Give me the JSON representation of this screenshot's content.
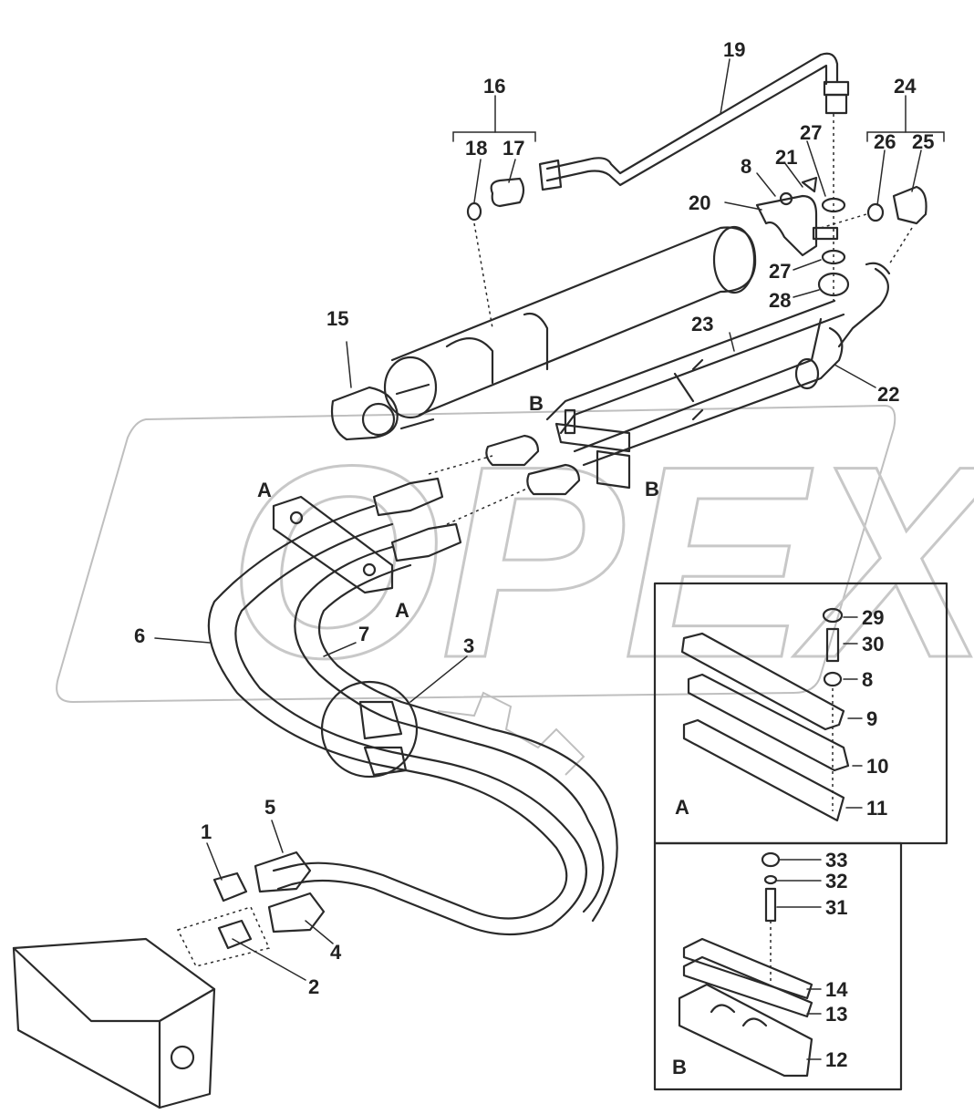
{
  "diagram": {
    "callouts": [
      {
        "id": "c1",
        "text": "1"
      },
      {
        "id": "c2",
        "text": "2"
      },
      {
        "id": "c3",
        "text": "3"
      },
      {
        "id": "c4",
        "text": "4"
      },
      {
        "id": "c5",
        "text": "5"
      },
      {
        "id": "c6",
        "text": "6"
      },
      {
        "id": "c7",
        "text": "7"
      },
      {
        "id": "c8",
        "text": "8"
      },
      {
        "id": "c15",
        "text": "15"
      },
      {
        "id": "c16",
        "text": "16"
      },
      {
        "id": "c17",
        "text": "17"
      },
      {
        "id": "c18",
        "text": "18"
      },
      {
        "id": "c19",
        "text": "19"
      },
      {
        "id": "c20",
        "text": "20"
      },
      {
        "id": "c21",
        "text": "21"
      },
      {
        "id": "c22",
        "text": "22"
      },
      {
        "id": "c23",
        "text": "23"
      },
      {
        "id": "c24",
        "text": "24"
      },
      {
        "id": "c25",
        "text": "25"
      },
      {
        "id": "c26",
        "text": "26"
      },
      {
        "id": "c27a",
        "text": "27"
      },
      {
        "id": "c27b",
        "text": "27"
      },
      {
        "id": "c28",
        "text": "28"
      }
    ],
    "section_markers": {
      "a_top": "A",
      "a_bottom": "A",
      "b_top": "B",
      "b_bottom": "B"
    },
    "inset_a": {
      "letter": "A",
      "labels": [
        "29",
        "30",
        "8",
        "9",
        "10",
        "11"
      ]
    },
    "inset_b": {
      "letter": "B",
      "labels": [
        "33",
        "32",
        "31",
        "14",
        "13",
        "12"
      ]
    },
    "watermark": "OPEX"
  }
}
